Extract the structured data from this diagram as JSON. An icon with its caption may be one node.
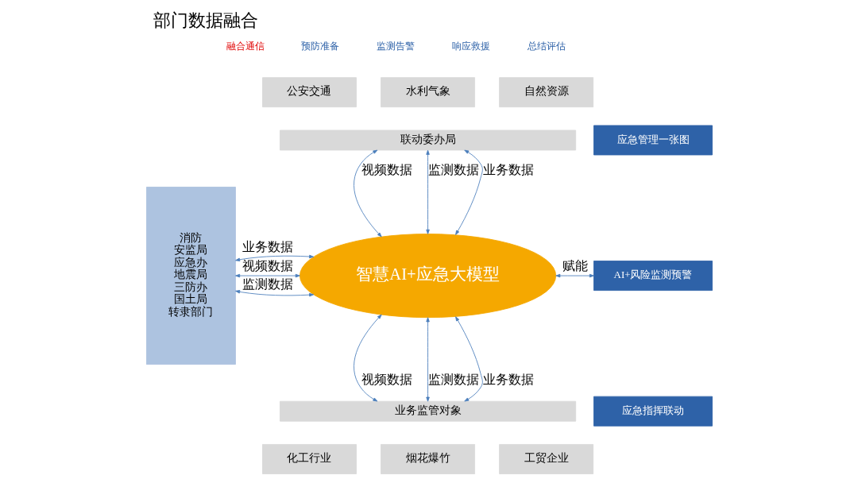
{
  "diagram": {
    "title": "部门数据融合",
    "nodes": [
      {
        "text": [
          "消防",
          "安监局",
          "应急办",
          "地震局",
          "三防办",
          "国土局",
          "转隶部门"
        ]
      },
      {
        "text": [
          "公安交通"
        ]
      },
      {
        "text": [
          "水利气象"
        ]
      },
      {
        "text": [
          "自然资源"
        ]
      },
      {
        "text": [
          "联动委办局"
        ]
      },
      {
        "text": [
          "智慧AI+应急大模型"
        ]
      },
      {
        "text": [
          "业务监管对象"
        ]
      },
      {
        "text": [
          "化工行业"
        ]
      },
      {
        "text": [
          "烟花爆竹"
        ]
      },
      {
        "text": [
          "工贸企业"
        ]
      },
      {
        "text": [
          "应急管理一张图"
        ]
      },
      {
        "text": [
          "AI+风险监测预警"
        ]
      },
      {
        "text": [
          "应急指挥联动"
        ]
      }
    ],
    "edges": [
      {
        "from": 0,
        "to": 5,
        "arrow": "both",
        "label": "视频数据"
      },
      {
        "from": 0,
        "to": 5,
        "arrow": "both",
        "label": "监测数据"
      },
      {
        "from": 0,
        "to": 5,
        "arrow": "both",
        "label": "业务数据"
      },
      {
        "from": 4,
        "to": 5,
        "arrow": "both",
        "label": "视频数据"
      },
      {
        "from": 4,
        "to": 5,
        "arrow": "both",
        "label": "监测数据"
      },
      {
        "from": 4,
        "to": 5,
        "arrow": "both",
        "label": "业务数据"
      },
      {
        "from": 5,
        "to": 6,
        "arrow": "both",
        "label": "视频数据"
      },
      {
        "from": 5,
        "to": 6,
        "arrow": "both",
        "label": "监测数据"
      },
      {
        "from": 5,
        "to": 6,
        "arrow": "both",
        "label": "业务数据"
      },
      {
        "from": 5,
        "to": 11,
        "arrow": "both",
        "label": "赋能"
      }
    ],
    "labels": [
      "融合通信",
      "预防准备",
      "监测告警",
      "响应救援",
      "总结评估"
    ]
  }
}
